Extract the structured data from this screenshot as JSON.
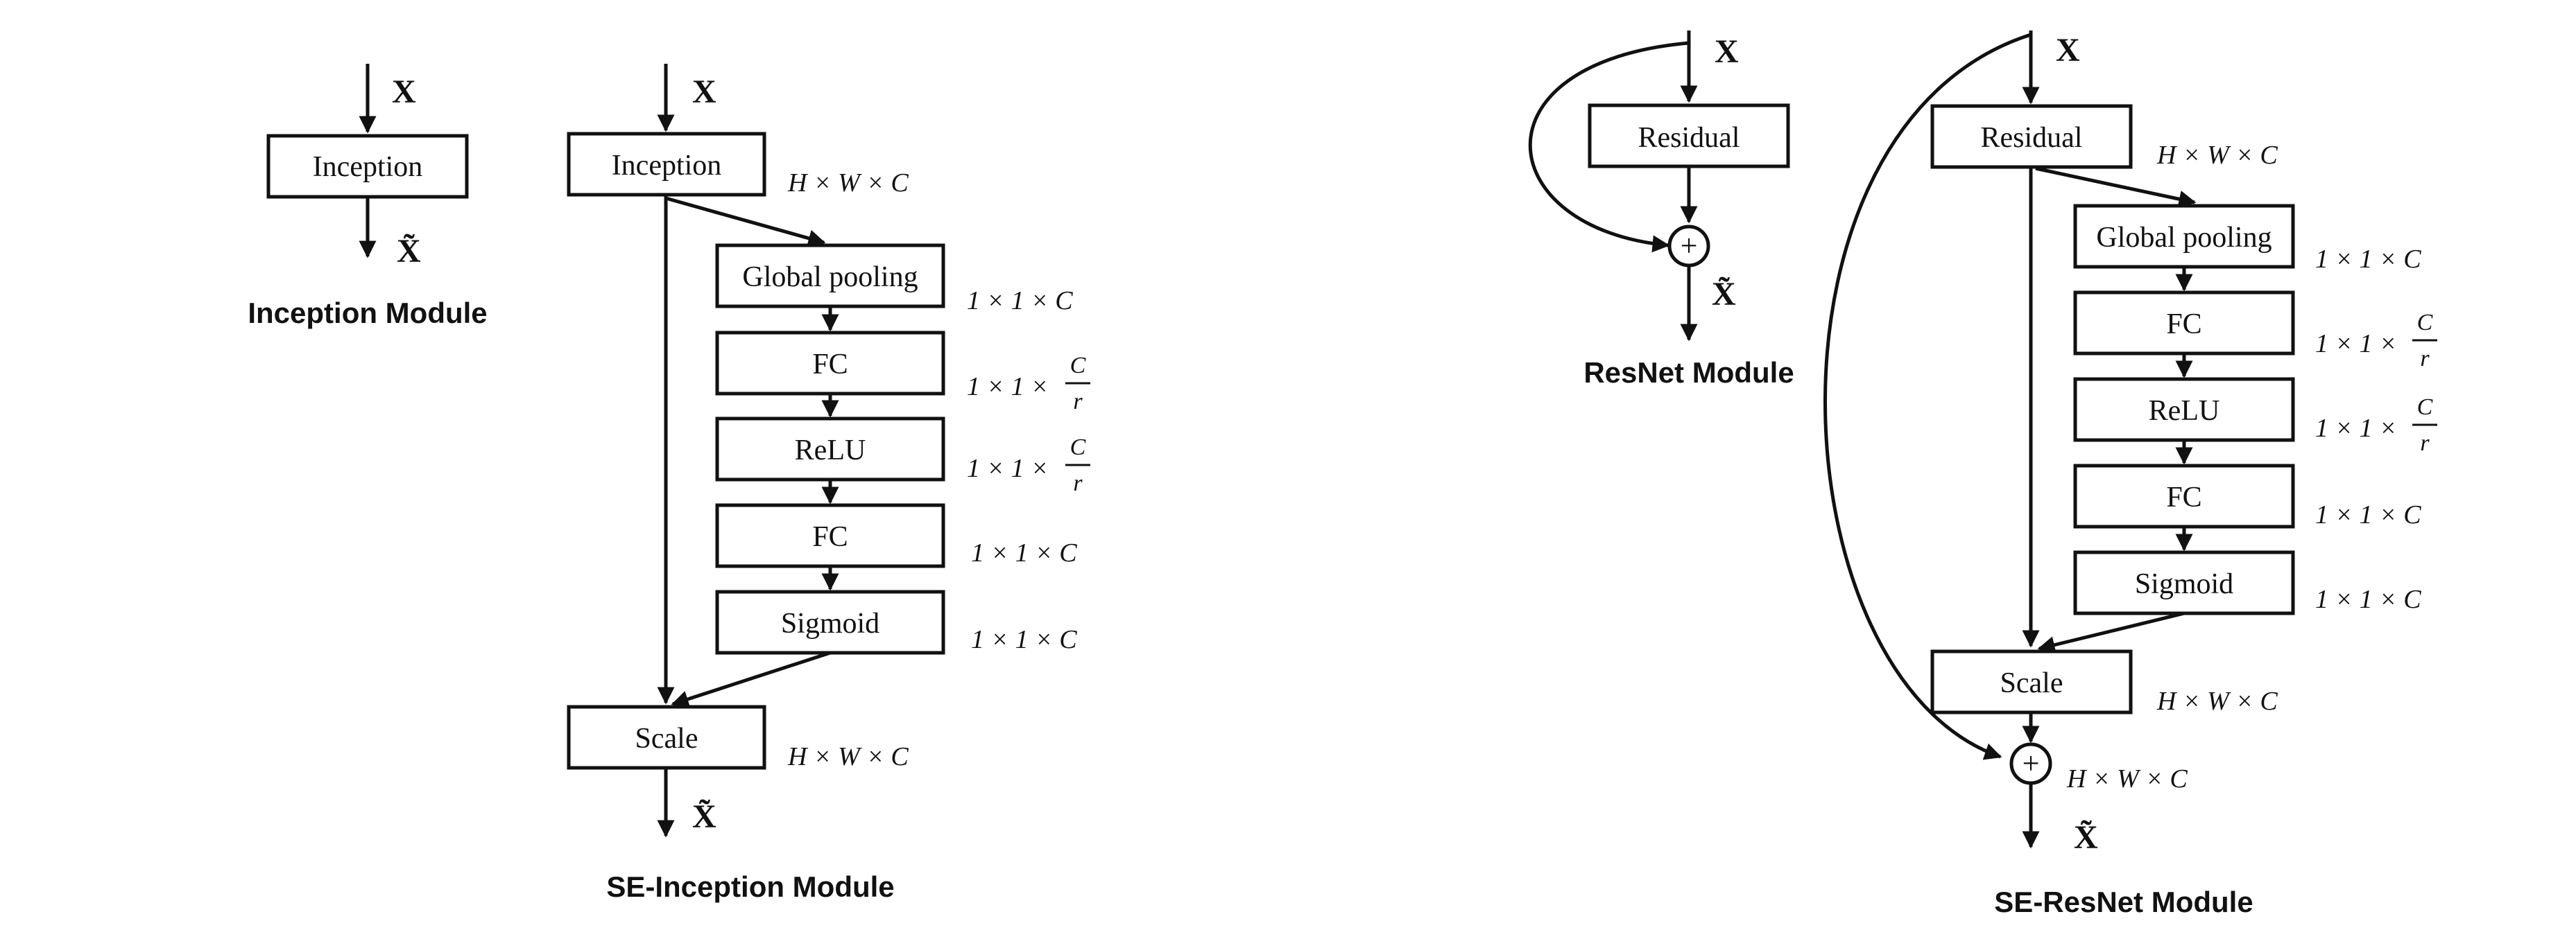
{
  "input_label": "X",
  "output_label": "X̃",
  "captions": {
    "inception": "Inception Module",
    "se_inception": "SE-Inception Module",
    "resnet": "ResNet Module",
    "se_resnet": "SE-ResNet Module"
  },
  "blocks": {
    "inception": "Inception",
    "global_pooling": "Global pooling",
    "fc": "FC",
    "relu": "ReLU",
    "sigmoid": "Sigmoid",
    "scale": "Scale",
    "residual": "Residual"
  },
  "dims": {
    "hwc": "H × W × C",
    "oneonec": "1 × 1 × C",
    "oneone_prefix": "1 × 1 ×",
    "frac_num": "C",
    "frac_den": "r"
  },
  "sum_symbol": "+"
}
